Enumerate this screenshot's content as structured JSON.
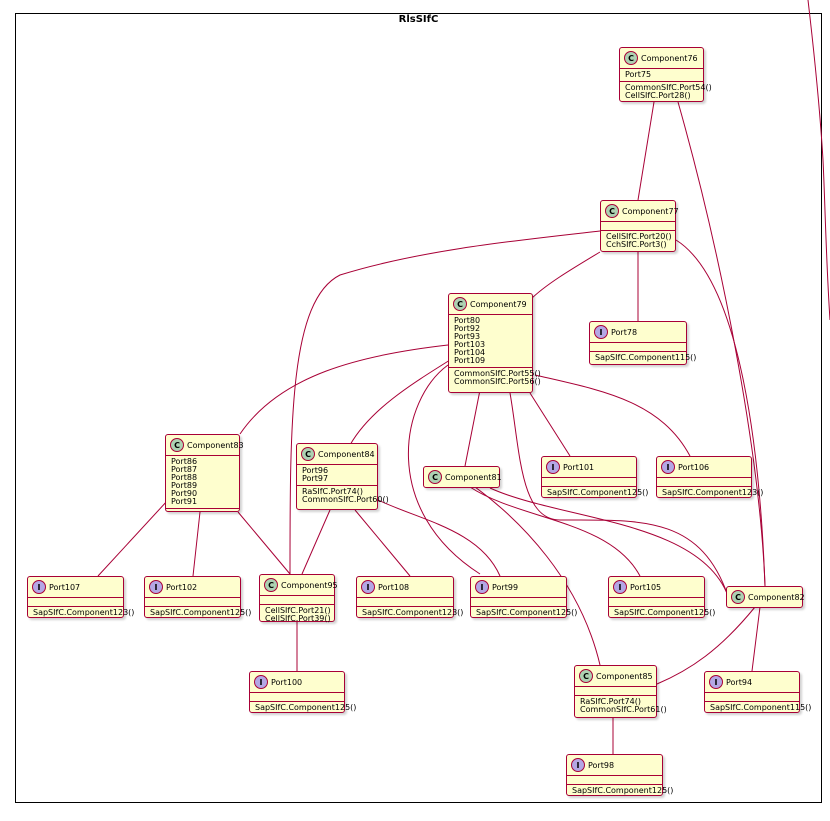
{
  "package": {
    "title": "RlsSIfC"
  },
  "nodes": {
    "Component76": {
      "kind": "C",
      "name": "Component76",
      "fields": [
        "Port75"
      ],
      "methods": [
        "CommonSIfC.Port54()",
        "CellSIfC.Port28()"
      ]
    },
    "Component77": {
      "kind": "C",
      "name": "Component77",
      "fields": [],
      "methods": [
        "CellSIfC.Port20()",
        "CchSIfC.Port3()"
      ]
    },
    "Component79": {
      "kind": "C",
      "name": "Component79",
      "fields": [
        "Port80",
        "Port92",
        "Port93",
        "Port103",
        "Port104",
        "Port109"
      ],
      "methods": [
        "CommonSIfC.Port55()",
        "CommonSIfC.Port56()"
      ]
    },
    "Port78": {
      "kind": "I",
      "name": "Port78",
      "fields": [],
      "methods": [
        "SapSIfC.Component115()"
      ]
    },
    "Component83": {
      "kind": "C",
      "name": "Component83",
      "fields": [
        "Port86",
        "Port87",
        "Port88",
        "Port89",
        "Port90",
        "Port91"
      ],
      "methods": []
    },
    "Component84": {
      "kind": "C",
      "name": "Component84",
      "fields": [
        "Port96",
        "Port97"
      ],
      "methods": [
        "RaSIfC.Port74()",
        "CommonSIfC.Port60()"
      ]
    },
    "Component81": {
      "kind": "C",
      "name": "Component81",
      "fields": null,
      "methods": null
    },
    "Port101": {
      "kind": "I",
      "name": "Port101",
      "fields": [],
      "methods": [
        "SapSIfC.Component125()"
      ]
    },
    "Port106": {
      "kind": "I",
      "name": "Port106",
      "fields": [],
      "methods": [
        "SapSIfC.Component123()"
      ]
    },
    "Port107": {
      "kind": "I",
      "name": "Port107",
      "fields": [],
      "methods": [
        "SapSIfC.Component123()"
      ]
    },
    "Port102": {
      "kind": "I",
      "name": "Port102",
      "fields": [],
      "methods": [
        "SapSIfC.Component125()"
      ]
    },
    "Component95": {
      "kind": "C",
      "name": "Component95",
      "fields": [],
      "methods": [
        "CellSIfC.Port21()",
        "CellSIfC.Port39()"
      ]
    },
    "Port108": {
      "kind": "I",
      "name": "Port108",
      "fields": [],
      "methods": [
        "SapSIfC.Component123()"
      ]
    },
    "Port99": {
      "kind": "I",
      "name": "Port99",
      "fields": [],
      "methods": [
        "SapSIfC.Component125()"
      ]
    },
    "Port105": {
      "kind": "I",
      "name": "Port105",
      "fields": [],
      "methods": [
        "SapSIfC.Component125()"
      ]
    },
    "Component82": {
      "kind": "C",
      "name": "Component82",
      "fields": null,
      "methods": null
    },
    "Port100": {
      "kind": "I",
      "name": "Port100",
      "fields": [],
      "methods": [
        "SapSIfC.Component125()"
      ]
    },
    "Component85": {
      "kind": "C",
      "name": "Component85",
      "fields": [],
      "methods": [
        "RaSIfC.Port74()",
        "CommonSIfC.Port61()"
      ]
    },
    "Port94": {
      "kind": "I",
      "name": "Port94",
      "fields": [],
      "methods": [
        "SapSIfC.Component115()"
      ]
    },
    "Port98": {
      "kind": "I",
      "name": "Port98",
      "fields": [],
      "methods": [
        "SapSIfC.Component125()"
      ]
    }
  },
  "colors": {
    "node_fill": "#fefece",
    "border": "#a80036",
    "class_badge": "#add1b2",
    "interface_badge": "#b4a7e5"
  }
}
